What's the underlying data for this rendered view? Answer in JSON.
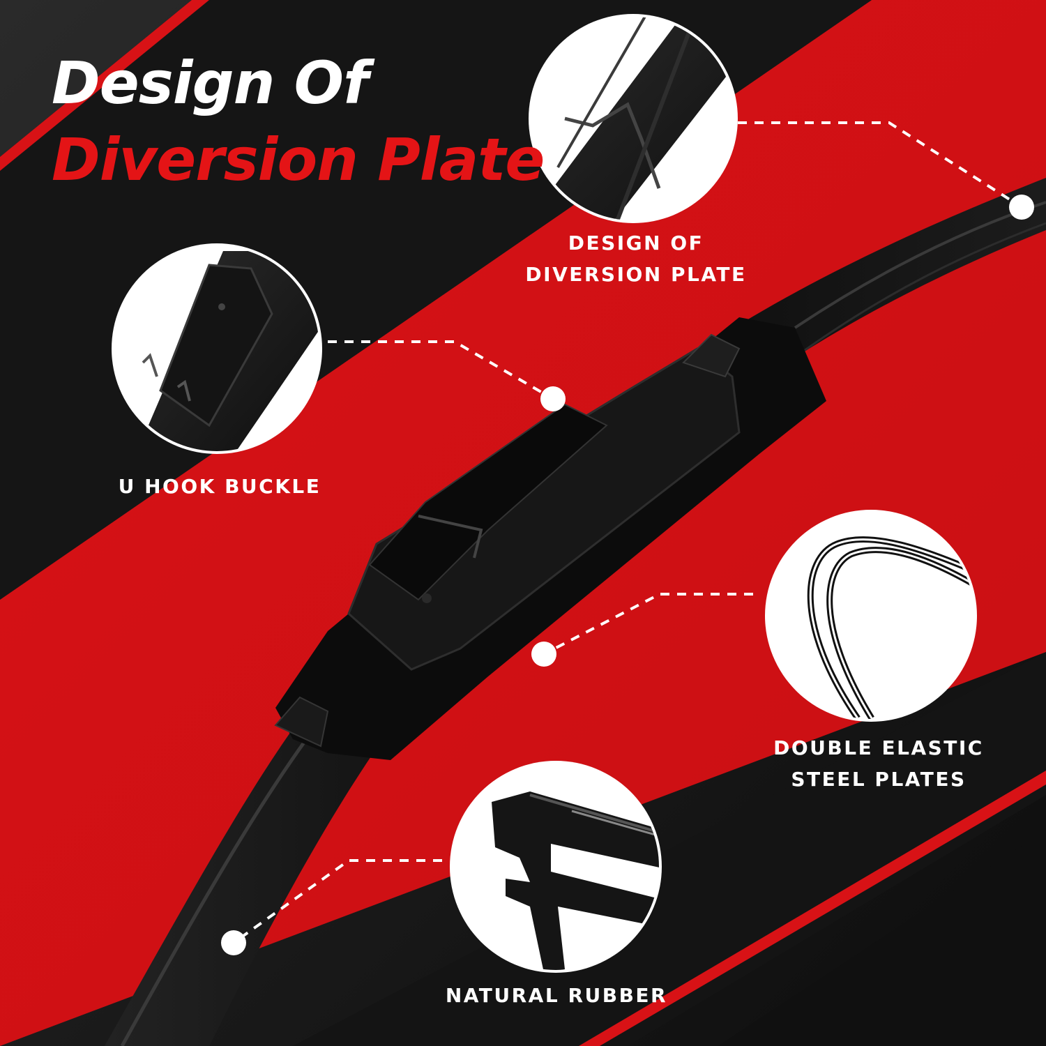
{
  "title": {
    "line1": "Design Of",
    "line2": "Diversion Plate"
  },
  "callouts": [
    {
      "line1": "DESIGN OF",
      "line2": "DIVERSION PLATE"
    },
    {
      "line1": "U HOOK BUCKLE"
    },
    {
      "line1": "DOUBLE ELASTIC",
      "line2": "STEEL PLATES"
    },
    {
      "line1": "NATURAL RUBBER"
    }
  ],
  "colors": {
    "accent_red": "#e41416",
    "background_black": "#141414",
    "text_white": "#ffffff",
    "blade_black": "#0c0c0c"
  }
}
